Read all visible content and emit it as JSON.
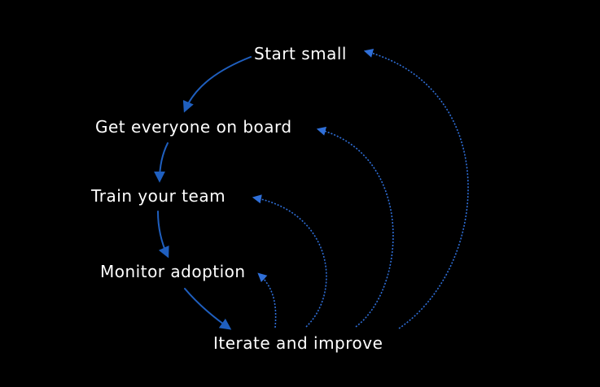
{
  "diagram": {
    "nodes": [
      {
        "id": "start",
        "label": "Start small"
      },
      {
        "id": "board",
        "label": "Get everyone on board"
      },
      {
        "id": "train",
        "label": "Train your team"
      },
      {
        "id": "monitor",
        "label": "Monitor adoption"
      },
      {
        "id": "iterate",
        "label": "Iterate and improve"
      }
    ],
    "edges": [
      {
        "from": "start",
        "to": "board",
        "style": "solid"
      },
      {
        "from": "board",
        "to": "train",
        "style": "solid"
      },
      {
        "from": "train",
        "to": "monitor",
        "style": "solid"
      },
      {
        "from": "monitor",
        "to": "iterate",
        "style": "solid"
      },
      {
        "from": "iterate",
        "to": "monitor",
        "style": "dashed"
      },
      {
        "from": "iterate",
        "to": "train",
        "style": "dashed"
      },
      {
        "from": "iterate",
        "to": "board",
        "style": "dashed"
      },
      {
        "from": "iterate",
        "to": "start",
        "style": "dashed"
      }
    ],
    "colors": {
      "background": "#000000",
      "text": "#ffffff",
      "solid_arrow": "#1f5fbf",
      "dashed_arrow": "#2f6fd8"
    }
  }
}
